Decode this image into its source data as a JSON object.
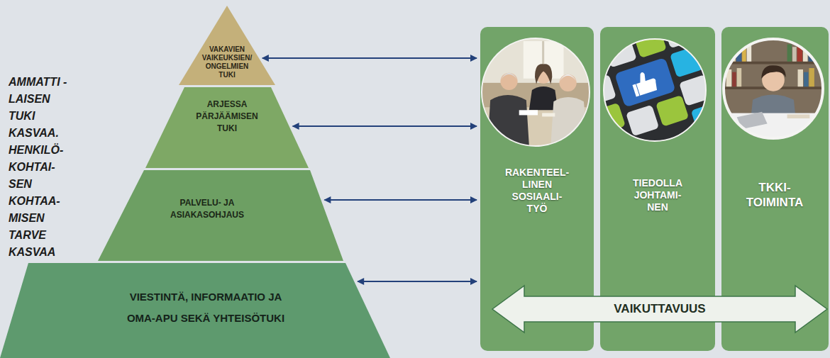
{
  "diagram": {
    "nodes": [
      {
        "text": [
          "VAKAVIEN VAIKEUKSIEN/ ONGELMIEN TUKI"
        ]
      },
      {
        "text": [
          "ARJESSA PÄRJÄÄMISEN TUKI"
        ]
      },
      {
        "text": [
          "PALVELU- JA ASIAKASOHJAUS"
        ]
      },
      {
        "text": [
          "VIESTINTÄ, INFORMAATIO JA OMA-APU SEKÄ YHTEISÖTUKI"
        ]
      },
      {
        "text": [
          "RAKENTEEL- LINEN SOSIAALI- TYÖ"
        ]
      },
      {
        "text": [
          "TIEDOLLA JOHTAMI- NEN"
        ]
      },
      {
        "text": [
          "TKKI- TOIMINTA"
        ]
      },
      {
        "text": [
          "VAIKUTTAVUUS"
        ]
      }
    ],
    "edges": [
      {
        "from": 0,
        "to": 4,
        "arrow": "both"
      },
      {
        "from": 1,
        "to": 4,
        "arrow": "both"
      },
      {
        "from": 2,
        "to": 4,
        "arrow": "both"
      },
      {
        "from": 3,
        "to": 4,
        "arrow": "both"
      }
    ],
    "labels": [
      "AMMATTI -LAISEN TUKI KASVAA.",
      "HENKILÖ- KOHTAI- SEN KOHTAA- MISEN TARVE KASVAA"
    ]
  }
}
